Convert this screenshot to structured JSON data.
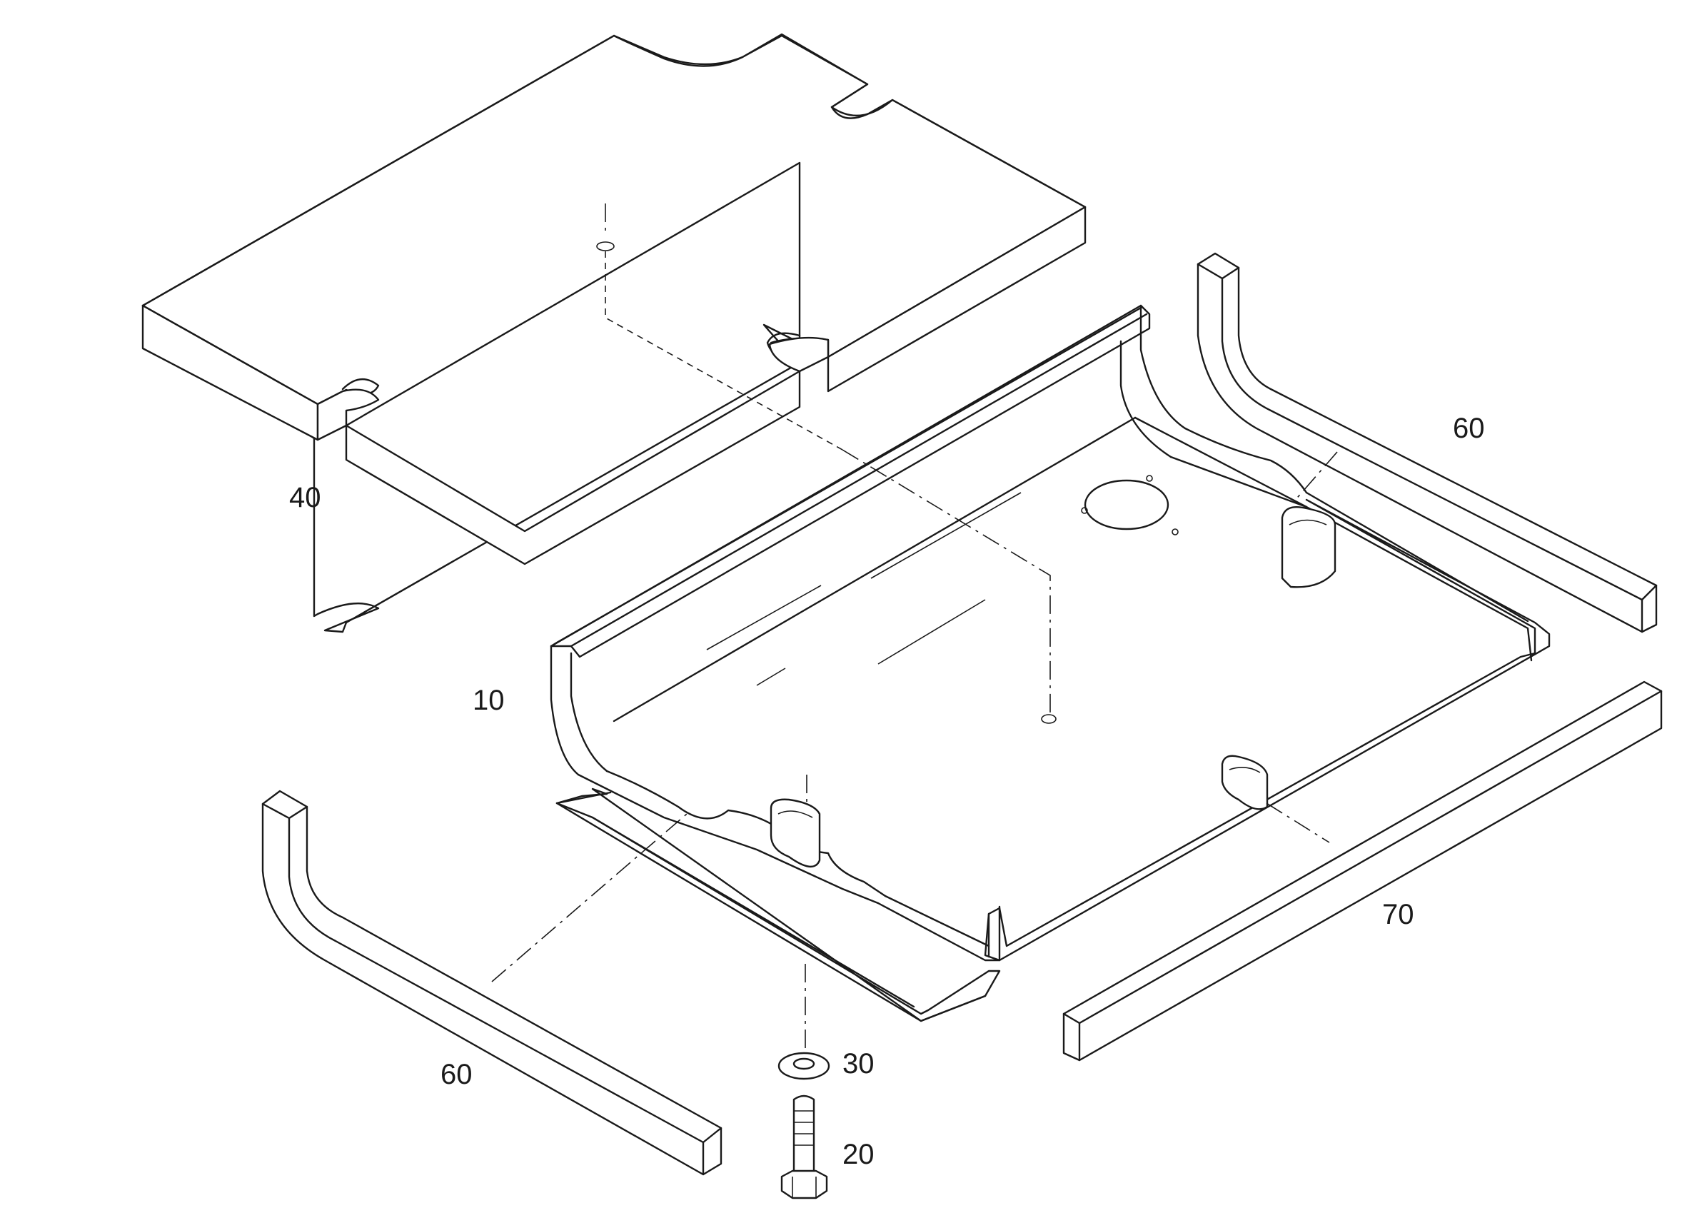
{
  "callouts": {
    "c10": "10",
    "c20": "20",
    "c30": "30",
    "c40": "40",
    "c60_upper": "60",
    "c60_lower": "60",
    "c70": "70"
  }
}
